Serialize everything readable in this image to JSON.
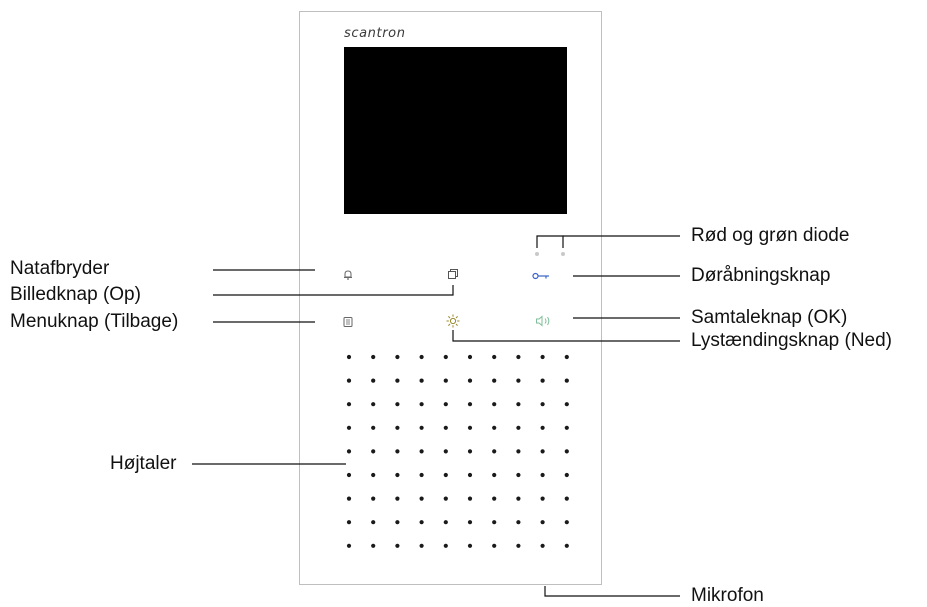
{
  "device": {
    "brand": "scantron",
    "speaker_grid": {
      "rows": 9,
      "cols": 10
    }
  },
  "labels": {
    "red_green_diode": "Rød og grøn diode",
    "night_switch": "Natafbryder",
    "door_open_button": "Døråbningsknap",
    "picture_button": "Billedknap (Op)",
    "menu_button": "Menuknap (Tilbage)",
    "talk_button": "Samtaleknap (OK)",
    "brightness_button": "Lystændingsknap (Ned)",
    "speaker": "Højtaler",
    "microphone": "Mikrofon"
  },
  "icons": {
    "bell": "bell-icon",
    "copy": "picture-icon",
    "key": "key-icon",
    "menu": "menu-icon",
    "sun": "brightness-icon",
    "speaker": "talk-speaker-icon"
  },
  "colors": {
    "key_icon": "#3a63c8",
    "talk_icon": "#7fbf9a",
    "body_text": "#111111"
  }
}
